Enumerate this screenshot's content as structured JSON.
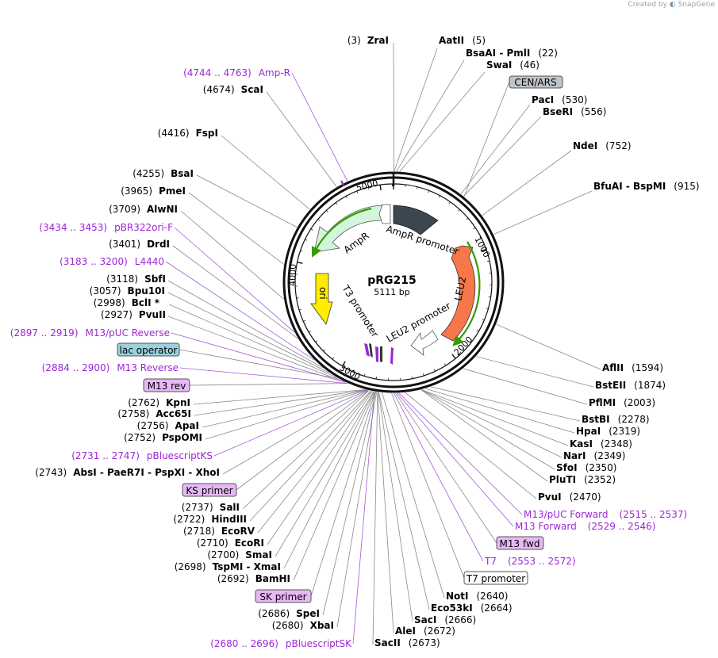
{
  "credit": {
    "prefix": "Created by",
    "brand": "SnapGene"
  },
  "plasmid": {
    "name": "pRG215",
    "length_label": "5111 bp",
    "length": 5111
  },
  "ticks": [
    {
      "label": "1000",
      "pos": 1000
    },
    {
      "label": "2000",
      "pos": 2000
    },
    {
      "label": "3000",
      "pos": 3000
    },
    {
      "label": "4000",
      "pos": 4000
    },
    {
      "label": "5000",
      "pos": 5000
    }
  ],
  "features": [
    {
      "id": "ampr-promoter",
      "label": "AmpR promoter",
      "start": 4999,
      "end": 288,
      "color": "#3b4650",
      "strand": 1
    },
    {
      "id": "leu2",
      "label": "LEU2",
      "start": 1100,
      "end": 1900,
      "color": "#f7774a",
      "strand": -1
    },
    {
      "id": "leu2-promoter",
      "label": "LEU2 promoter",
      "start": 1920,
      "end": 2380,
      "color": "#ffffff",
      "strand": 1
    },
    {
      "id": "ori",
      "label": "ori",
      "start": 3620,
      "end": 4000,
      "color": "#ffee00",
      "strand": -1
    },
    {
      "id": "ampr",
      "label": "AmpR",
      "start": 4250,
      "end": 4850,
      "color": "#ccf2d8",
      "strand": -1
    },
    {
      "id": "t3-promoter",
      "label": "T3 promoter",
      "start": 2800,
      "end": 2815,
      "color": "#ffffff",
      "strand": 1
    }
  ],
  "enzymes_left": [
    {
      "name": "ZraI",
      "pos": "(3)"
    },
    {
      "name": "ScaI",
      "pos": "(4674)"
    },
    {
      "name": "FspI",
      "pos": "(4416)"
    },
    {
      "name": "BsaI",
      "pos": "(4255)"
    },
    {
      "name": "PmeI",
      "pos": "(3965)"
    },
    {
      "name": "AlwNI",
      "pos": "(3709)"
    },
    {
      "name": "DrdI",
      "pos": "(3401)"
    },
    {
      "name": "SbfI",
      "pos": "(3118)"
    },
    {
      "name": "Bpu10I",
      "pos": "(3057)"
    },
    {
      "name": "BclI *",
      "pos": "(2998)"
    },
    {
      "name": "PvuII",
      "pos": "(2927)"
    },
    {
      "name": "KpnI",
      "pos": "(2762)"
    },
    {
      "name": "Acc65I",
      "pos": "(2758)"
    },
    {
      "name": "ApaI",
      "pos": "(2756)"
    },
    {
      "name": "PspOMI",
      "pos": "(2752)"
    },
    {
      "name": "AbsI  -  PaeR7I  -  PspXI  -  XhoI",
      "pos": "(2743)"
    },
    {
      "name": "SalI",
      "pos": "(2737)"
    },
    {
      "name": "HindIII",
      "pos": "(2722)"
    },
    {
      "name": "EcoRV",
      "pos": "(2718)"
    },
    {
      "name": "EcoRI",
      "pos": "(2710)"
    },
    {
      "name": "SmaI",
      "pos": "(2700)"
    },
    {
      "name": "TspMI  -  XmaI",
      "pos": "(2698)"
    },
    {
      "name": "BamHI",
      "pos": "(2692)"
    },
    {
      "name": "SpeI",
      "pos": "(2686)"
    },
    {
      "name": "XbaI",
      "pos": "(2680)"
    }
  ],
  "enzymes_right": [
    {
      "name": "AatII",
      "pos": "(5)"
    },
    {
      "name": "BsaAI  -  PmlI",
      "pos": "(22)"
    },
    {
      "name": "SwaI",
      "pos": "(46)"
    },
    {
      "name": "PacI",
      "pos": "(530)"
    },
    {
      "name": "BseRI",
      "pos": "(556)"
    },
    {
      "name": "NdeI",
      "pos": "(752)"
    },
    {
      "name": "BfuAI  -  BspMI",
      "pos": "(915)"
    },
    {
      "name": "AflII",
      "pos": "(1594)"
    },
    {
      "name": "BstEII",
      "pos": "(1874)"
    },
    {
      "name": "PflMI",
      "pos": "(2003)"
    },
    {
      "name": "BstBI",
      "pos": "(2278)"
    },
    {
      "name": "HpaI",
      "pos": "(2319)"
    },
    {
      "name": "KasI",
      "pos": "(2348)"
    },
    {
      "name": "NarI",
      "pos": "(2349)"
    },
    {
      "name": "SfoI",
      "pos": "(2350)"
    },
    {
      "name": "PluTI",
      "pos": "(2352)"
    },
    {
      "name": "PvuI",
      "pos": "(2470)"
    },
    {
      "name": "NotI",
      "pos": "(2640)"
    },
    {
      "name": "Eco53kI",
      "pos": "(2664)"
    },
    {
      "name": "SacI",
      "pos": "(2666)"
    },
    {
      "name": "AleI",
      "pos": "(2672)"
    },
    {
      "name": "SacII",
      "pos": "(2673)"
    }
  ],
  "primers": [
    {
      "label": "Amp-R",
      "range": "(4744 .. 4763)"
    },
    {
      "label": "pBR322ori-F",
      "range": "(3434 .. 3453)"
    },
    {
      "label": "L4440",
      "range": "(3183 .. 3200)"
    },
    {
      "label": "M13/pUC Reverse",
      "range": "(2897 .. 2919)"
    },
    {
      "label": "M13 Reverse",
      "range": "(2884 .. 2900)"
    },
    {
      "label": "pBluescriptKS",
      "range": "(2731 .. 2747)"
    },
    {
      "label": "pBluescriptSK",
      "range": "(2680 .. 2696)"
    },
    {
      "label": "M13/pUC Forward",
      "range": "(2515 .. 2537)"
    },
    {
      "label": "M13 Forward",
      "range": "(2529 .. 2546)"
    },
    {
      "label": "T7",
      "range": "(2553 .. 2572)"
    }
  ],
  "boxed_labels": [
    {
      "label": "CEN/ARS",
      "fill": "#bfc4c8"
    },
    {
      "label": "lac operator",
      "fill": "#9bd0db"
    },
    {
      "label": "M13 rev",
      "fill": "#e7b8f5"
    },
    {
      "label": "KS primer",
      "fill": "#e7b8f5"
    },
    {
      "label": "SK primer",
      "fill": "#e7b8f5"
    },
    {
      "label": "M13 fwd",
      "fill": "#e7b8f5"
    },
    {
      "label": "T7 promoter",
      "fill": "#ffffff"
    }
  ]
}
